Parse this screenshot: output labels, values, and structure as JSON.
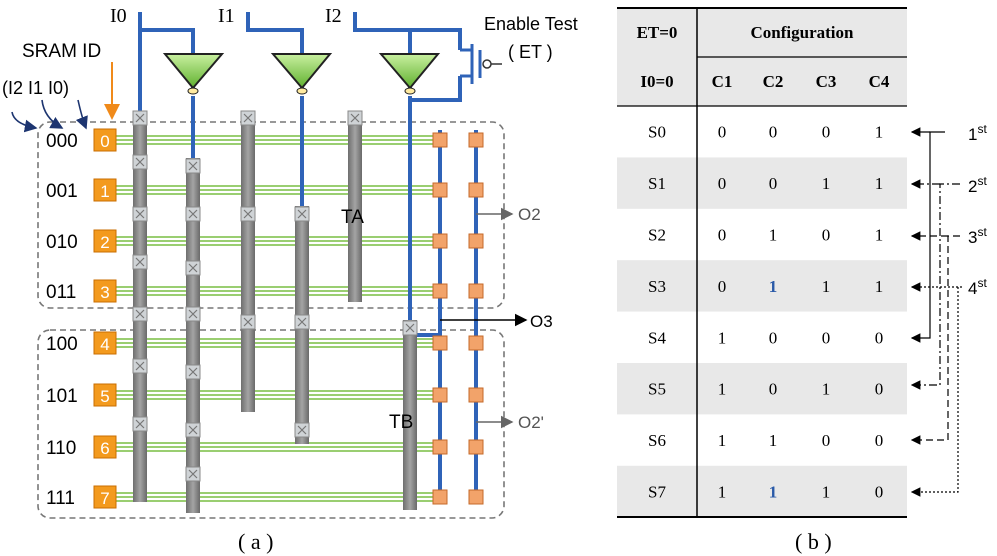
{
  "panel_a": {
    "inputs": [
      "I0",
      "I1",
      "I2"
    ],
    "enable_label": "Enable Test",
    "enable_sub": "( ET )",
    "sram_title": "SRAM ID",
    "sram_axis": "(I2 I1 I0)",
    "rows": [
      {
        "addr": "000",
        "id": "0"
      },
      {
        "addr": "001",
        "id": "1"
      },
      {
        "addr": "010",
        "id": "2"
      },
      {
        "addr": "011",
        "id": "3"
      },
      {
        "addr": "100",
        "id": "4"
      },
      {
        "addr": "101",
        "id": "5"
      },
      {
        "addr": "110",
        "id": "6"
      },
      {
        "addr": "111",
        "id": "7"
      }
    ],
    "ta_label": "TA",
    "tb_label": "TB",
    "out_o2": "O2",
    "out_o3": "O3",
    "out_o2p": "O2'",
    "caption": "( a )",
    "colors": {
      "wire": "#2f63b8",
      "bar": "#8a8a8a",
      "sram": "#f39a1e",
      "mux": "#7ec840",
      "line": "#9bd06a"
    }
  },
  "panel_b": {
    "header1_left": "ET=0",
    "header1_right": "Configuration",
    "header2_left": "I0=0",
    "columns": [
      "C1",
      "C2",
      "C3",
      "C4"
    ],
    "rows": [
      {
        "s": "S0",
        "c": [
          "0",
          "0",
          "0",
          "1"
        ]
      },
      {
        "s": "S1",
        "c": [
          "0",
          "0",
          "1",
          "1"
        ]
      },
      {
        "s": "S2",
        "c": [
          "0",
          "1",
          "0",
          "1"
        ]
      },
      {
        "s": "S3",
        "c": [
          "0",
          "1",
          "1",
          "1"
        ]
      },
      {
        "s": "S4",
        "c": [
          "1",
          "0",
          "0",
          "0"
        ]
      },
      {
        "s": "S5",
        "c": [
          "1",
          "0",
          "1",
          "0"
        ]
      },
      {
        "s": "S6",
        "c": [
          "1",
          "1",
          "0",
          "0"
        ]
      },
      {
        "s": "S7",
        "c": [
          "1",
          "1",
          "1",
          "0"
        ]
      }
    ],
    "highlight_color": "#2a5aa8",
    "order_labels": [
      {
        "n": "1",
        "sup": "st"
      },
      {
        "n": "2",
        "sup": "st"
      },
      {
        "n": "3",
        "sup": "st"
      },
      {
        "n": "4",
        "sup": "st"
      }
    ],
    "caption": "( b )"
  }
}
